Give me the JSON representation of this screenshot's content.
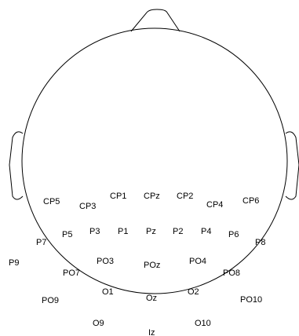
{
  "electrodes": [
    {
      "label": "CP5"
    },
    {
      "label": "CP3"
    },
    {
      "label": "CP1"
    },
    {
      "label": "CPz"
    },
    {
      "label": "CP2"
    },
    {
      "label": "CP4"
    },
    {
      "label": "CP6"
    },
    {
      "label": "P7"
    },
    {
      "label": "P5"
    },
    {
      "label": "P3"
    },
    {
      "label": "P1"
    },
    {
      "label": "Pz"
    },
    {
      "label": "P2"
    },
    {
      "label": "P4"
    },
    {
      "label": "P6"
    },
    {
      "label": "P8"
    },
    {
      "label": "P9"
    },
    {
      "label": "PO7"
    },
    {
      "label": "PO3"
    },
    {
      "label": "POz"
    },
    {
      "label": "PO4"
    },
    {
      "label": "PO8"
    },
    {
      "label": "PO9"
    },
    {
      "label": "O1"
    },
    {
      "label": "Oz"
    },
    {
      "label": "O2"
    },
    {
      "label": "PO10"
    },
    {
      "label": "O9"
    },
    {
      "label": "Iz"
    },
    {
      "label": "O10"
    }
  ]
}
